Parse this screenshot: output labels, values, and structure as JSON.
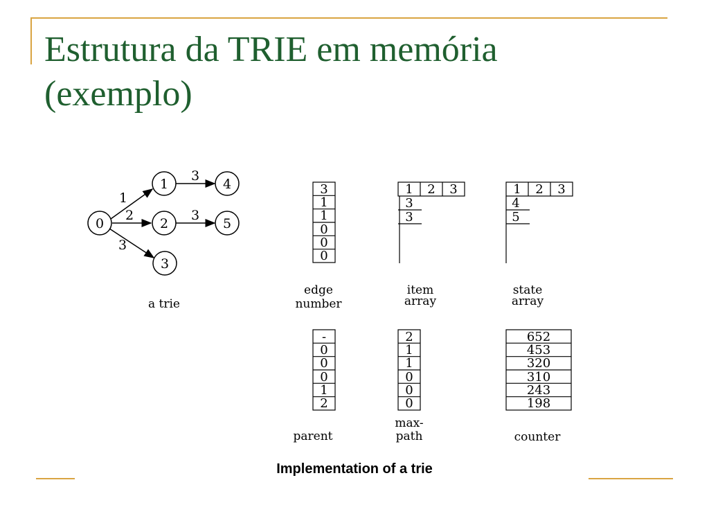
{
  "slide": {
    "title_line1": "Estrutura da TRIE em memória",
    "title_line2": "(exemplo)",
    "caption": "Implementation of a trie"
  },
  "trie": {
    "label": "a trie",
    "nodes": [
      "0",
      "1",
      "2",
      "3",
      "4",
      "5"
    ],
    "edges": [
      {
        "from": "0",
        "to": "1",
        "label": "1"
      },
      {
        "from": "0",
        "to": "2",
        "label": "2"
      },
      {
        "from": "0",
        "to": "3",
        "label": "3"
      },
      {
        "from": "1",
        "to": "4",
        "label": "3"
      },
      {
        "from": "2",
        "to": "5",
        "label": "3"
      }
    ]
  },
  "arrays": {
    "edge_number": {
      "label1": "edge",
      "label2": "number",
      "values": [
        "3",
        "1",
        "1",
        "0",
        "0",
        "0"
      ]
    },
    "item_array": {
      "label1": "item",
      "label2": "array",
      "header": [
        "1",
        "2",
        "3"
      ],
      "values": [
        "3",
        "3"
      ]
    },
    "state_array": {
      "label1": "state",
      "label2": "array",
      "header": [
        "1",
        "2",
        "3"
      ],
      "values": [
        "4",
        "5"
      ]
    },
    "parent": {
      "label1": "parent",
      "values": [
        "-",
        "0",
        "0",
        "0",
        "1",
        "2"
      ]
    },
    "max_path": {
      "label1": "max-",
      "label2": "path",
      "values": [
        "2",
        "1",
        "1",
        "0",
        "0",
        "0"
      ]
    },
    "counter": {
      "label1": "counter",
      "values": [
        "652",
        "453",
        "320",
        "310",
        "243",
        "198"
      ]
    }
  },
  "colors": {
    "title": "#1f5f2f",
    "accent": "#d9a441"
  }
}
